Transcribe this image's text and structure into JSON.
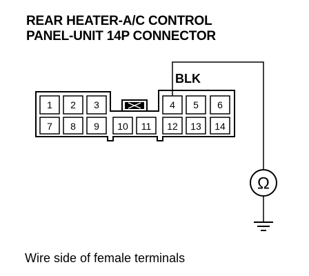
{
  "title": {
    "line1": "REAR HEATER-A/C CONTROL",
    "line2": "PANEL-UNIT 14P CONNECTOR"
  },
  "wire_color": "BLK",
  "caption": "Wire side of female terminals",
  "connector": {
    "top_row_left": [
      "1",
      "2",
      "3"
    ],
    "top_row_right": [
      "4",
      "5",
      "6"
    ],
    "bottom_row": [
      "7",
      "8",
      "9",
      "10",
      "11",
      "12",
      "13",
      "14"
    ]
  },
  "meter_symbol": "Ω"
}
